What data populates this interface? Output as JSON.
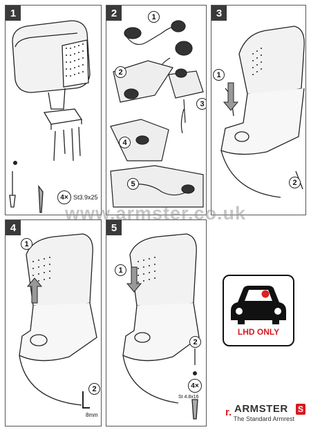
{
  "panels": [
    {
      "number": "1"
    },
    {
      "number": "2"
    },
    {
      "number": "3"
    },
    {
      "number": "4"
    },
    {
      "number": "5"
    }
  ],
  "callouts": {
    "p2": [
      "1",
      "2",
      "3",
      "4",
      "5"
    ],
    "p3": [
      "1",
      "2"
    ],
    "p4": [
      "1",
      "2"
    ],
    "p5": [
      "1",
      "2"
    ]
  },
  "screw_spec_p1": {
    "qty": "4×",
    "size": "St3.9x25"
  },
  "screw_spec_p5": {
    "qty": "4×",
    "size": "St 4.8x16"
  },
  "drill_size": "8mm",
  "watermark": "www.armster.co.uk",
  "lhd_label": "LHD ONLY",
  "lhd_colors": {
    "car": "#111111",
    "dot": "#e0201f",
    "text": "#d71920"
  },
  "brand": {
    "mark": "r.",
    "name": "ARMSTER",
    "badge": "S",
    "tagline": "The Standard Armrest",
    "color": "#d71920"
  }
}
